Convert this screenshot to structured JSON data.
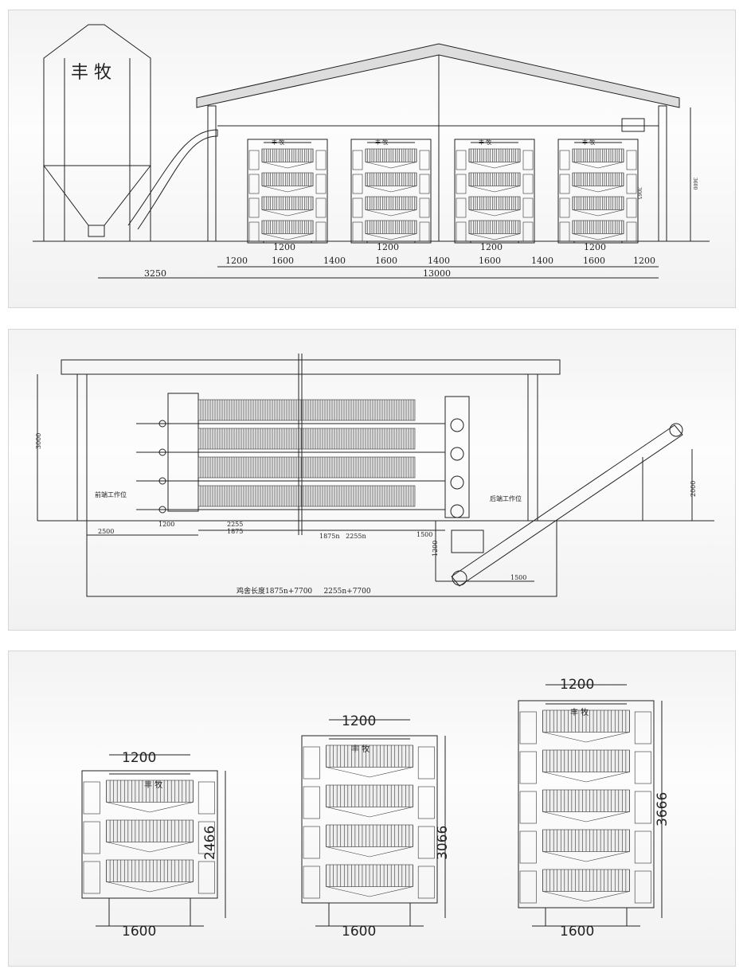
{
  "panel1": {
    "silo_label": "丰 牧",
    "cage_brand": "丰 牧",
    "cage_width": "1200",
    "spacing": [
      "1200",
      "1600",
      "1400",
      "1600",
      "1400",
      "1600",
      "1400",
      "1600",
      "1200"
    ],
    "silo_distance": "3250",
    "house_width": "13000",
    "house_height": "3600",
    "cage_height": "3065"
  },
  "panel2": {
    "wall_height": "3000",
    "front_station": "前端工作位",
    "rear_station": "后端工作位",
    "front_len": "1200",
    "front_space": "2500",
    "unit_a": "2255",
    "unit_b": "1875",
    "unit_n": "1875n   2255n",
    "rear_len": "1500",
    "pit_depth": "1200",
    "conveyor_base": "1500",
    "conveyor_height": "2000",
    "house_length": "鸡舍长度1875n+7700     2255n+7700"
  },
  "panel3": {
    "brand": "丰 牧",
    "cages": [
      {
        "top": "1200",
        "bottom": "1600",
        "height": "2466",
        "tiers": 3
      },
      {
        "top": "1200",
        "bottom": "1600",
        "height": "3066",
        "tiers": 4
      },
      {
        "top": "1200",
        "bottom": "1600",
        "height": "3666",
        "tiers": 5
      }
    ]
  }
}
